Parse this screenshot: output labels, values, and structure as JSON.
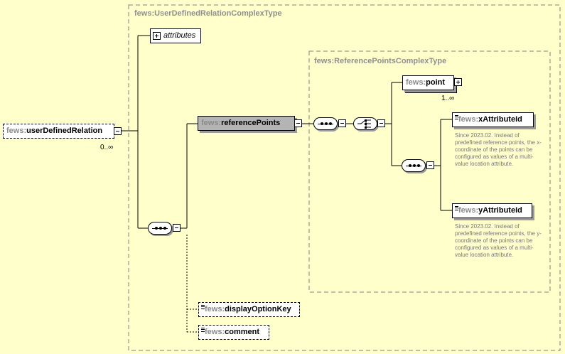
{
  "complex_type_outer": "fews:UserDefinedRelationComplexType",
  "complex_type_inner": "fews:ReferencePointsComplexType",
  "root": {
    "ns": "fews:",
    "name": "userDefinedRelation",
    "cardinality": "0..∞"
  },
  "attributes": {
    "label": "attributes"
  },
  "reference_points": {
    "ns": "fews:",
    "name": "referencePoints"
  },
  "point": {
    "ns": "fews:",
    "name": "point",
    "cardinality": "1..∞"
  },
  "x_attribute": {
    "ns": "fews:",
    "name": "xAttributeId",
    "doc": "Since 2023.02. Instead of predefined reference points, the x-coordinate of the points can be configured as values of a multi-value location attribute."
  },
  "y_attribute": {
    "ns": "fews:",
    "name": "yAttributeId",
    "doc": "Since 2023.02. Instead of predefined reference points, the y-coordinate of the points can be configured as values of a multi-value location attribute."
  },
  "display_option_key": {
    "ns": "fews:",
    "name": "displayOptionKey"
  },
  "comment": {
    "ns": "fews:",
    "name": "comment"
  },
  "icons": {
    "sequence": "sequence-compositor-icon",
    "choice": "choice-compositor-icon",
    "collapse": "minus-box-icon",
    "expand": "plus-box-icon",
    "documentation": "documentation-lines-icon"
  },
  "colors": {
    "background": "#ffffcc",
    "namespace": "#8a8a8a",
    "selected_node": "#b4b4b4"
  }
}
